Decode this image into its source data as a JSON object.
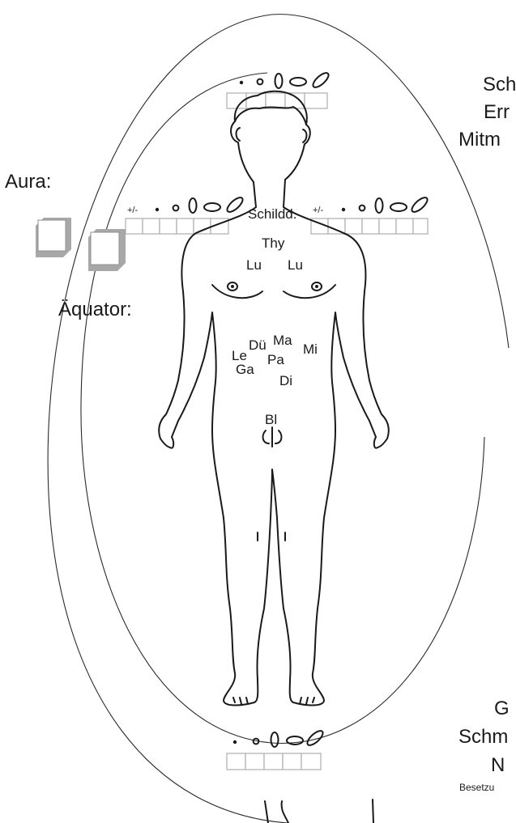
{
  "labels": {
    "aura": "Aura:",
    "aequator": "Äquator:",
    "plus_minus": "+/-",
    "right_column_top": [
      "Sch",
      "Err",
      "Mitm"
    ],
    "right_column_bottom": [
      "G",
      "Schm",
      "N"
    ],
    "right_column_bottom_small": "Besetzu"
  },
  "organs": {
    "schilddruese": "Schildd.",
    "thymus": "Thy",
    "lunge_links": "Lu",
    "lunge_rechts": "Lu",
    "duenndarm": "Dü",
    "magen": "Ma",
    "milz": "Mi",
    "leber": "Le",
    "pankreas": "Pa",
    "galle": "Ga",
    "dickdarm": "Di",
    "blase": "Bl"
  },
  "colors": {
    "line": "#1a1a1a",
    "cell_border": "#b9b9b9",
    "checkbox_face": "#ffffff",
    "checkbox_shadow": "#a8a8a8"
  },
  "icons": {
    "checkbox": "checkbox-3d-icon",
    "scale_symbols": "dot-circle-ellipse-icons"
  }
}
